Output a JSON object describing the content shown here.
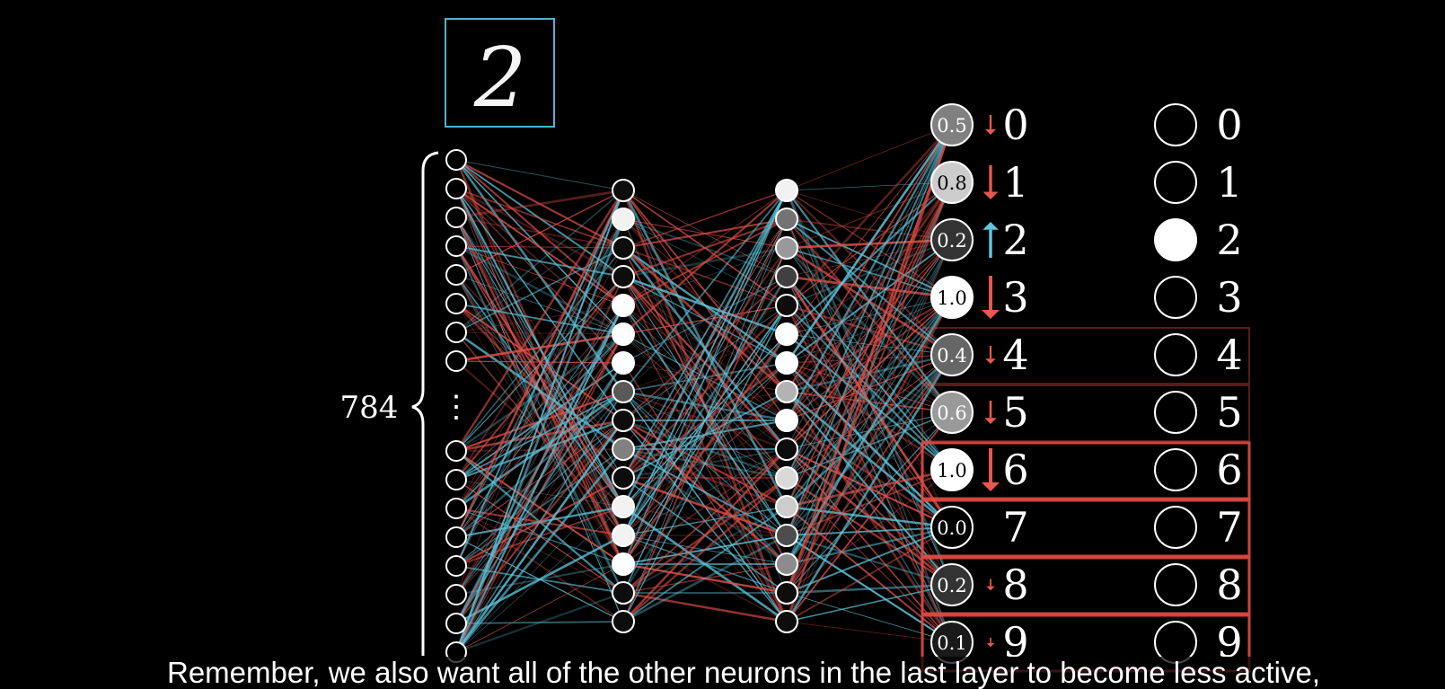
{
  "input_image": {
    "digit": "2",
    "frame_color": "#4fb3cf"
  },
  "input_layer": {
    "count_label": "784",
    "ellipsis": "⋮"
  },
  "hidden_layer_1": {
    "activations": [
      0.05,
      0.95,
      0.05,
      0.05,
      1.0,
      1.0,
      1.0,
      0.35,
      0.05,
      0.5,
      0.05,
      0.95,
      0.95,
      1.0,
      0.05,
      0.05
    ]
  },
  "hidden_layer_2": {
    "activations": [
      0.95,
      0.45,
      0.6,
      0.25,
      0.05,
      1.0,
      1.0,
      0.7,
      1.0,
      0.05,
      0.85,
      0.8,
      0.3,
      0.55,
      0.05,
      0.05
    ]
  },
  "output_layer": {
    "neurons": [
      {
        "value": "0.5",
        "digit": "0",
        "arrow": "down",
        "nudge": 0.35
      },
      {
        "value": "0.8",
        "digit": "1",
        "arrow": "down",
        "nudge": 0.75
      },
      {
        "value": "0.2",
        "digit": "2",
        "arrow": "up",
        "nudge": 0.8
      },
      {
        "value": "1.0",
        "digit": "3",
        "arrow": "down",
        "nudge": 1.0
      },
      {
        "value": "0.4",
        "digit": "4",
        "arrow": "down",
        "nudge": 0.3
      },
      {
        "value": "0.6",
        "digit": "5",
        "arrow": "down",
        "nudge": 0.45
      },
      {
        "value": "1.0",
        "digit": "6",
        "arrow": "down",
        "nudge": 1.0
      },
      {
        "value": "0.0",
        "digit": "7",
        "arrow": "none",
        "nudge": 0
      },
      {
        "value": "0.2",
        "digit": "8",
        "arrow": "down",
        "nudge": 0.12
      },
      {
        "value": "0.1",
        "digit": "9",
        "arrow": "down",
        "nudge": 0.06
      }
    ]
  },
  "target_layer": {
    "digits": [
      "0",
      "1",
      "2",
      "3",
      "4",
      "5",
      "6",
      "7",
      "8",
      "9"
    ],
    "active_index": 2
  },
  "colors": {
    "positive_weight": "#5fc6dc",
    "negative_weight": "#e0504a",
    "arrow_down": "#e8584e",
    "arrow_up": "#5fc6dc",
    "highlight_box": "#e34b44"
  },
  "subtitle": "Remember, we also want all of the other neurons in the last layer to become less active,"
}
